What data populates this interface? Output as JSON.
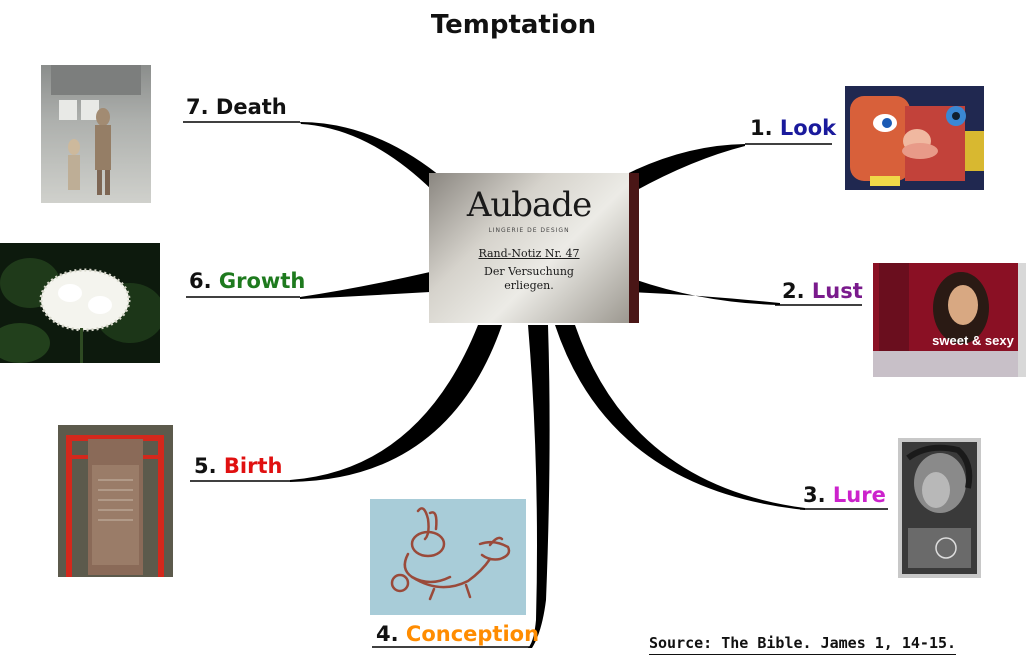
{
  "title": "Temptation",
  "central_card": {
    "brand": "Aubade",
    "tagline": "LINGERIE DE DESIGN",
    "note": "Rand-Notiz Nr. 47",
    "line1": "Der Versuchung",
    "line2": "erliegen."
  },
  "branches": [
    {
      "id": "look",
      "number": "1.",
      "word": "Look",
      "color": "#1a1a9c"
    },
    {
      "id": "lust",
      "number": "2.",
      "word": "Lust",
      "color": "#7a1a8c"
    },
    {
      "id": "lure",
      "number": "3.",
      "word": "Lure",
      "color": "#cc22cc"
    },
    {
      "id": "conception",
      "number": "4.",
      "word": "Conception",
      "color": "#ff8c00"
    },
    {
      "id": "birth",
      "number": "5.",
      "word": "Birth",
      "color": "#e01010"
    },
    {
      "id": "growth",
      "number": "6.",
      "word": "Growth",
      "color": "#1e7a1e"
    },
    {
      "id": "death",
      "number": "7.",
      "word": "Death",
      "color": "#111111"
    }
  ],
  "poster_text": "sweet & sexy",
  "source": "Source: The Bible. James 1, 14-15."
}
